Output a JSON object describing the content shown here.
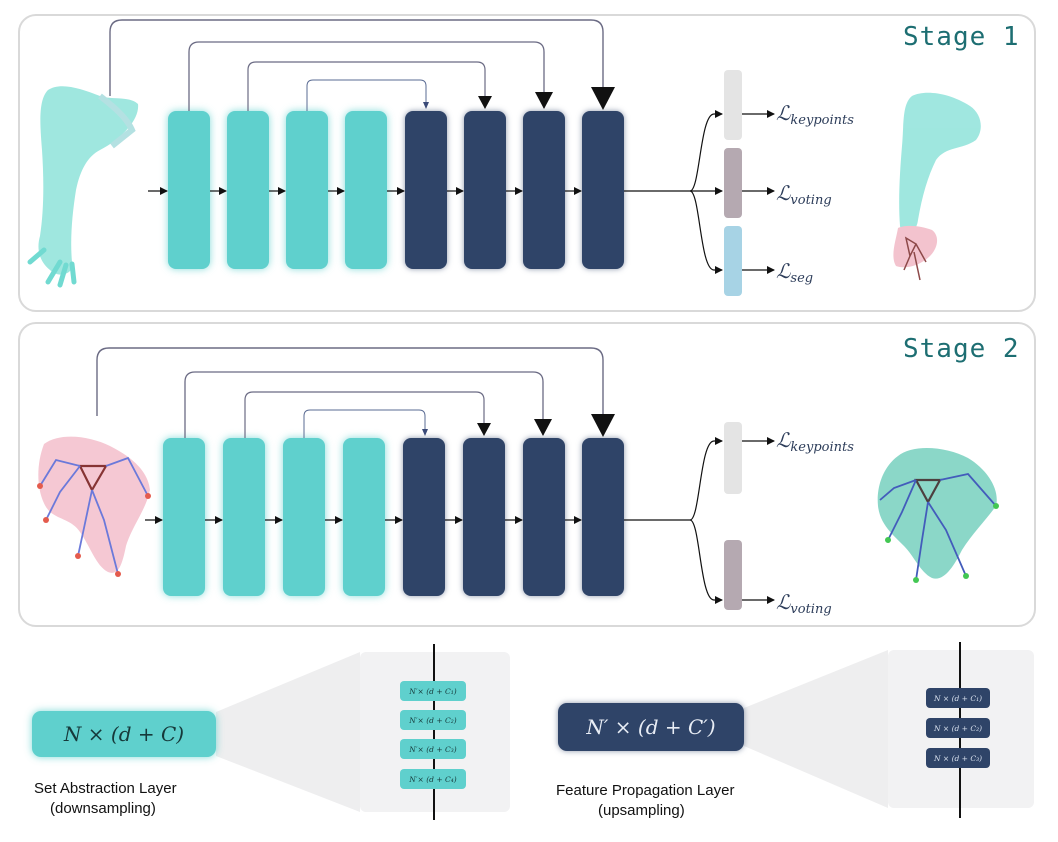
{
  "stage1": {
    "label": "Stage 1",
    "losses": [
      {
        "symbol": "ℒ",
        "sub": "keypoints"
      },
      {
        "symbol": "ℒ",
        "sub": "voting"
      },
      {
        "symbol": "ℒ",
        "sub": "seg"
      }
    ]
  },
  "stage2": {
    "label": "Stage 2",
    "losses": [
      {
        "symbol": "ℒ",
        "sub": "keypoints"
      },
      {
        "symbol": "ℒ",
        "sub": "voting"
      }
    ]
  },
  "legend": {
    "sa_formula": "N × (d + C)",
    "sa_caption_line1": "Set Abstraction Layer",
    "sa_caption_line2": "(downsampling)",
    "fp_formula": "N′ × (d + C′)",
    "fp_caption_line1": "Feature Propagation Layer",
    "fp_caption_line2": "(upsampling)",
    "sa_sublayers": [
      "N′× (d + C₁)",
      "N′× (d + C₂)",
      "N′× (d + C₃)",
      "N′× (d + C₄)"
    ],
    "fp_sublayers": [
      "N × (d + C₁)",
      "N × (d + C₂)",
      "N × (d + C₃)"
    ]
  },
  "colors": {
    "sa_block": "#5fd0cd",
    "fp_block": "#2f4468",
    "stage_label": "#1d6e72",
    "head_keypoints": "#e4e4e4",
    "head_voting": "#b5a9b1",
    "head_seg": "#a7d3e5",
    "arm_cloud": "#59d4c9",
    "hand_cloud": "#f2b9c6"
  }
}
